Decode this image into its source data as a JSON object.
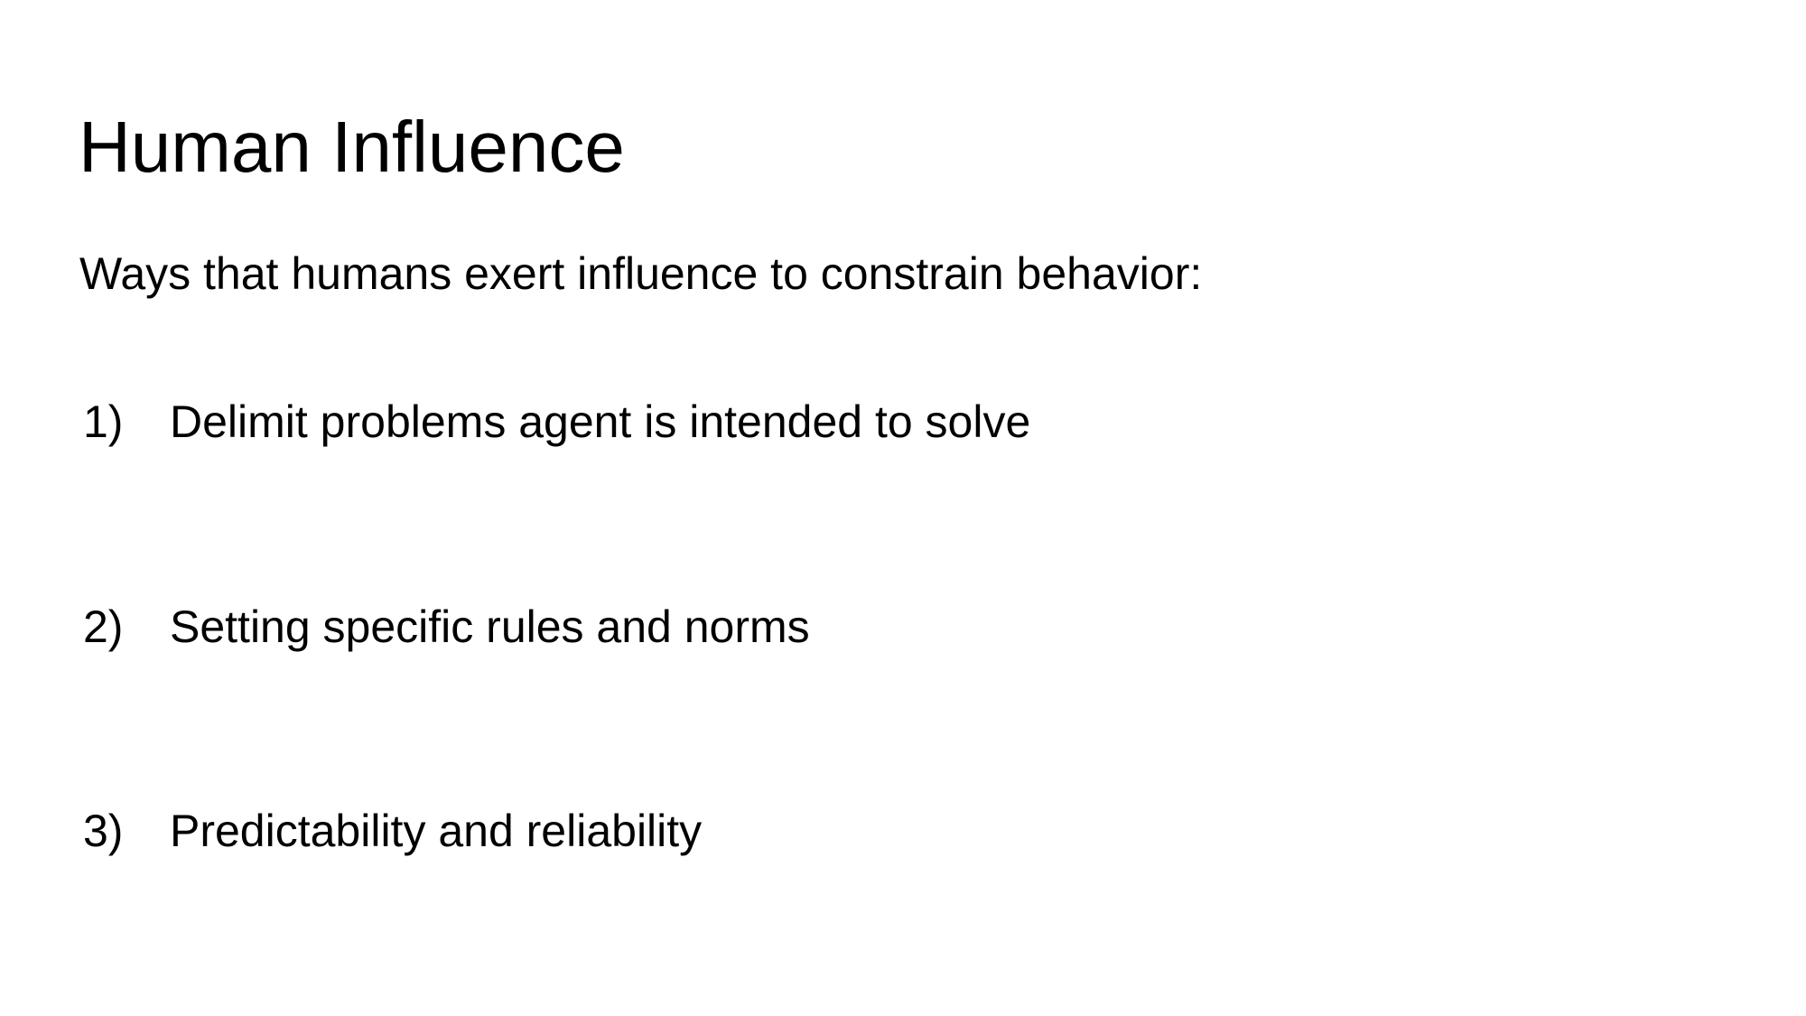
{
  "slide": {
    "title": "Human Influence",
    "subtitle": "Ways that humans exert influence to constrain behavior:",
    "items": [
      {
        "number": "1)",
        "text": "Delimit problems agent is intended to solve"
      },
      {
        "number": "2)",
        "text": "Setting specific rules and norms"
      },
      {
        "number": "3)",
        "text": "Predictability and reliability"
      }
    ]
  }
}
